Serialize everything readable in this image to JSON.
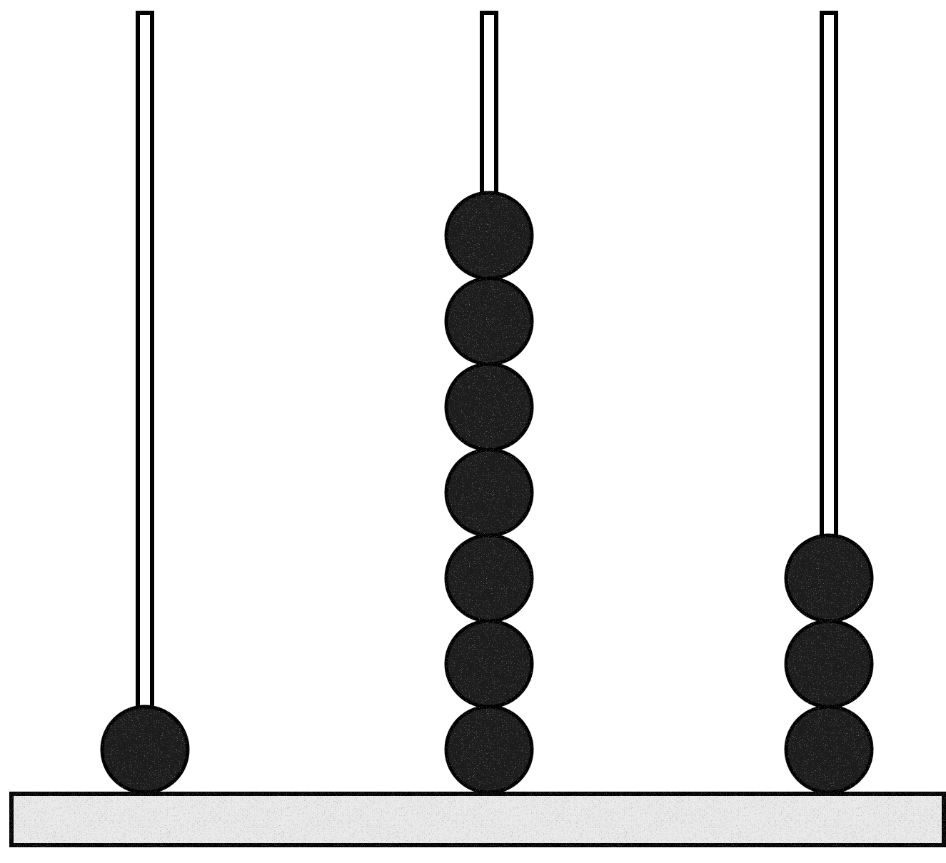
{
  "diagram": {
    "kind": "abacus",
    "rods": [
      {
        "position": "left",
        "bead_count": 1
      },
      {
        "position": "middle",
        "bead_count": 7
      },
      {
        "position": "right",
        "bead_count": 3
      }
    ],
    "colors": {
      "background": "#ffffff",
      "outline": "#000000",
      "bead_fill": "#1f1f1f",
      "base_fill": "#ebebeb"
    }
  }
}
